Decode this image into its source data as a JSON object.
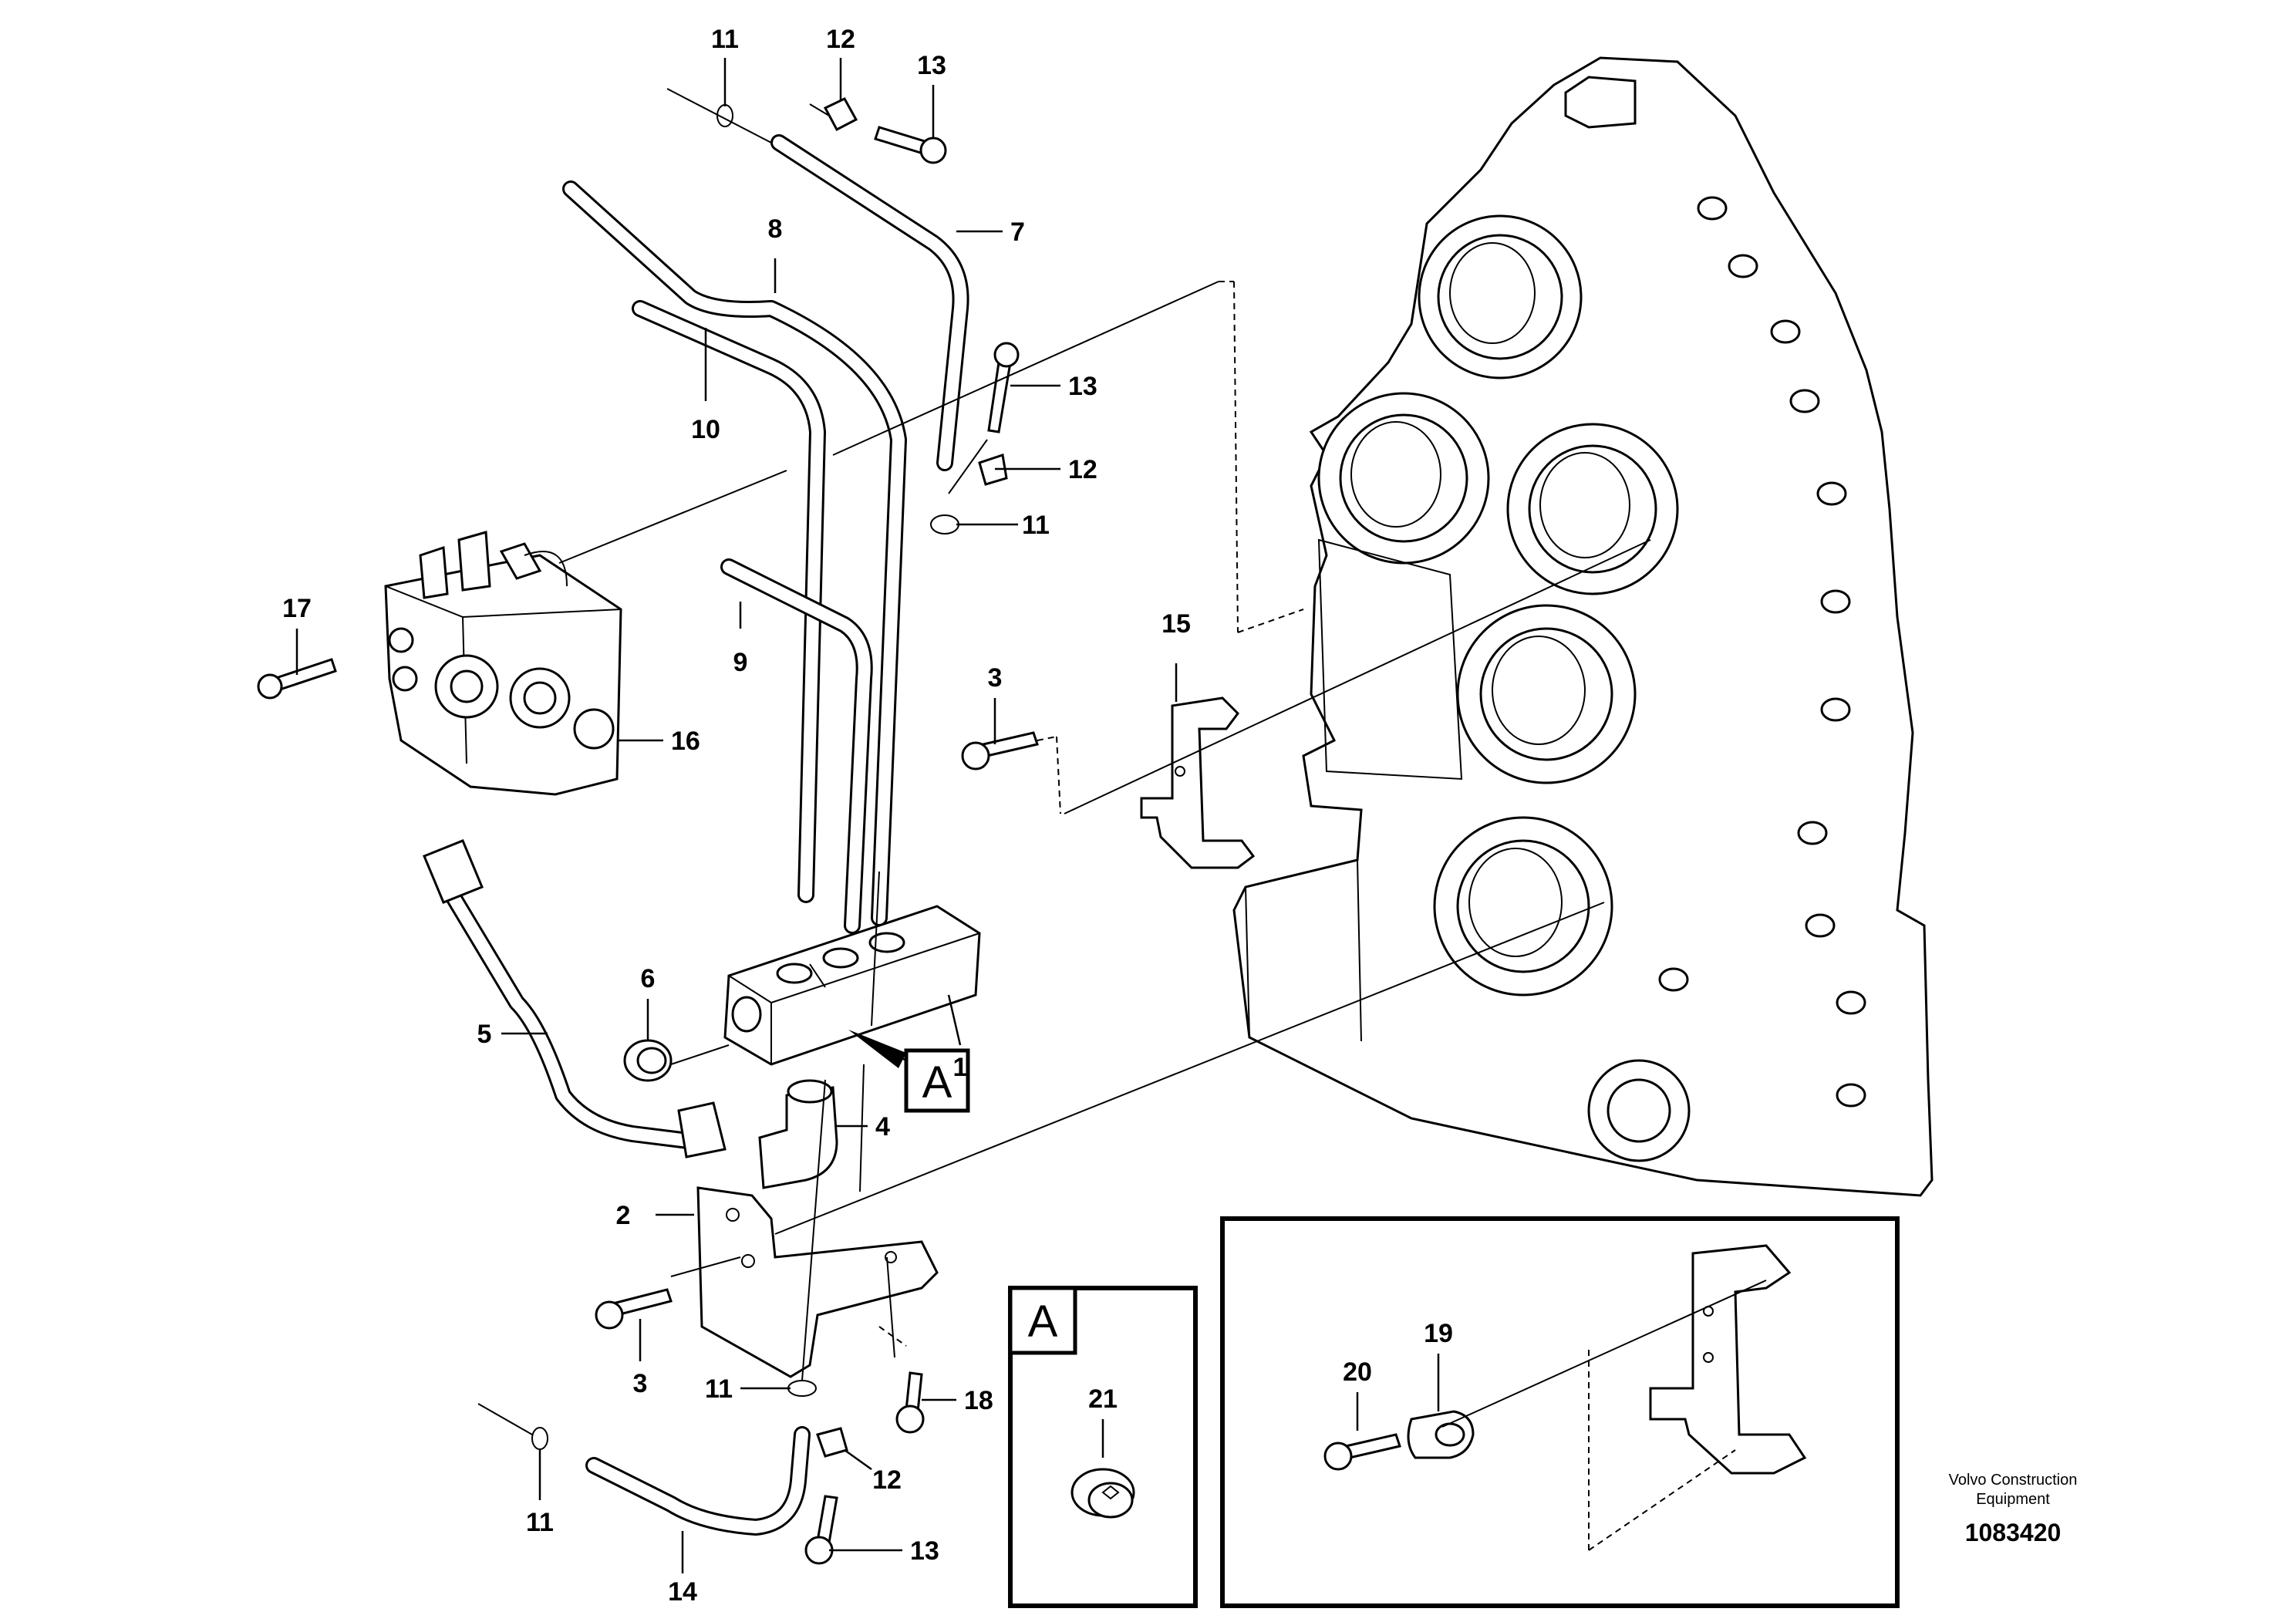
{
  "callouts": {
    "n11a": "11",
    "n12a": "12",
    "n13a": "13",
    "n7": "7",
    "n8": "8",
    "n10": "10",
    "n13b": "13",
    "n12b": "12",
    "n11b": "11",
    "n17": "17",
    "n9": "9",
    "n3a": "3",
    "n15": "15",
    "n16": "16",
    "n6": "6",
    "n5": "5",
    "n1": "1",
    "n4": "4",
    "n2": "2",
    "n3b": "3",
    "n11c": "11",
    "n18": "18",
    "n11d": "11",
    "n12c": "12",
    "n13c": "13",
    "n14": "14",
    "n21": "21",
    "n20": "20",
    "n19": "19"
  },
  "section_marker": "A",
  "detail_box_label": "A",
  "credit": {
    "line1": "Volvo Construction",
    "line2": "Equipment"
  },
  "document_number": "1083420"
}
